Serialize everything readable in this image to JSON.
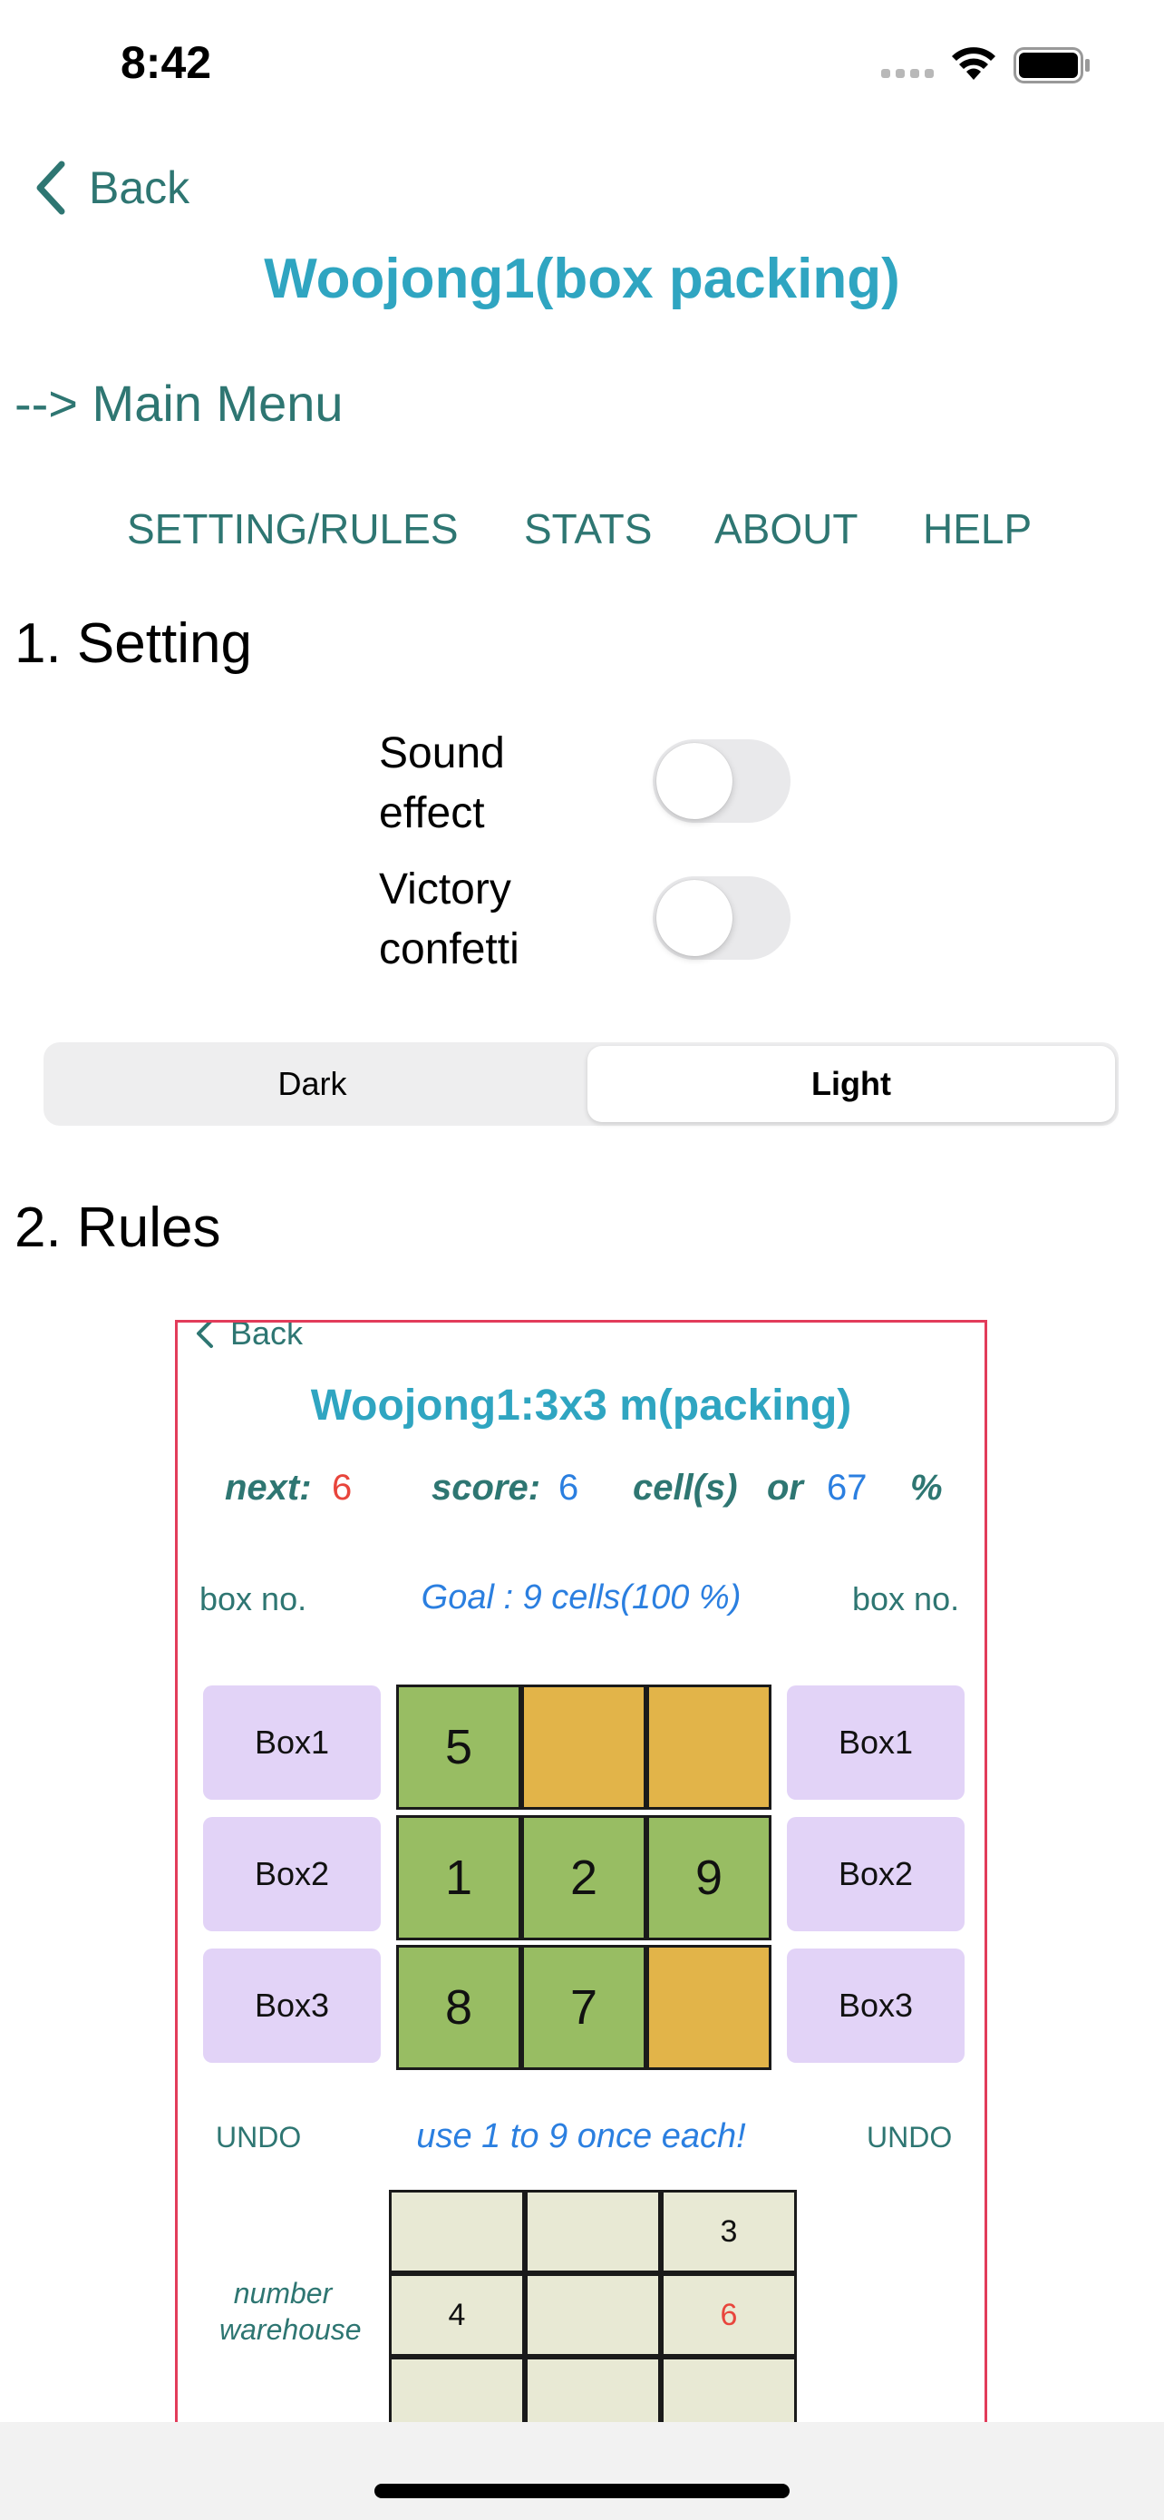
{
  "status_bar": {
    "time": "8:42"
  },
  "nav": {
    "back_label": "Back",
    "title": "Woojong1(box packing)"
  },
  "main_menu_link": "--> Main Menu",
  "tabs": [
    "SETTING/RULES",
    "STATS",
    "ABOUT",
    "HELP"
  ],
  "setting": {
    "heading": "1. Setting",
    "toggles": [
      {
        "label_line1": "Sound",
        "label_line2": "effect",
        "on": false
      },
      {
        "label_line1": "Victory",
        "label_line2": "confetti",
        "on": false
      }
    ],
    "theme": {
      "options": [
        "Dark",
        "Light"
      ],
      "selected": "Light"
    }
  },
  "rules": {
    "heading": "2. Rules",
    "preview": {
      "back_label": "Back",
      "title": "Woojong1:3x3 m(packing)",
      "next_label": "next:",
      "next_value": "6",
      "score_label": "score:",
      "score_value": "6",
      "cells_label": "cell(s)",
      "or_label": "or",
      "percent_value": "67",
      "percent_sign": "%",
      "box_no_left": "box no.",
      "goal": "Goal : 9 cells(100 %)",
      "box_no_right": "box no.",
      "boxes_left": [
        "Box1",
        "Box2",
        "Box3"
      ],
      "boxes_right": [
        "Box1",
        "Box2",
        "Box3"
      ],
      "grid": [
        [
          "5",
          "",
          ""
        ],
        [
          "1",
          "2",
          "9"
        ],
        [
          "8",
          "7",
          ""
        ]
      ],
      "undo_left": "UNDO",
      "hint": "use 1 to 9 once each!",
      "undo_right": "UNDO",
      "warehouse_label_line1": "number",
      "warehouse_label_line2": "warehouse",
      "warehouse": [
        [
          "",
          "",
          "3"
        ],
        [
          "4",
          "",
          "6"
        ],
        [
          "",
          "",
          ""
        ]
      ],
      "colors": {
        "filled": "#98bd63",
        "empty": "#e2b449",
        "highlight": "#e8453c",
        "value_blue": "#2b7fe0"
      }
    }
  }
}
